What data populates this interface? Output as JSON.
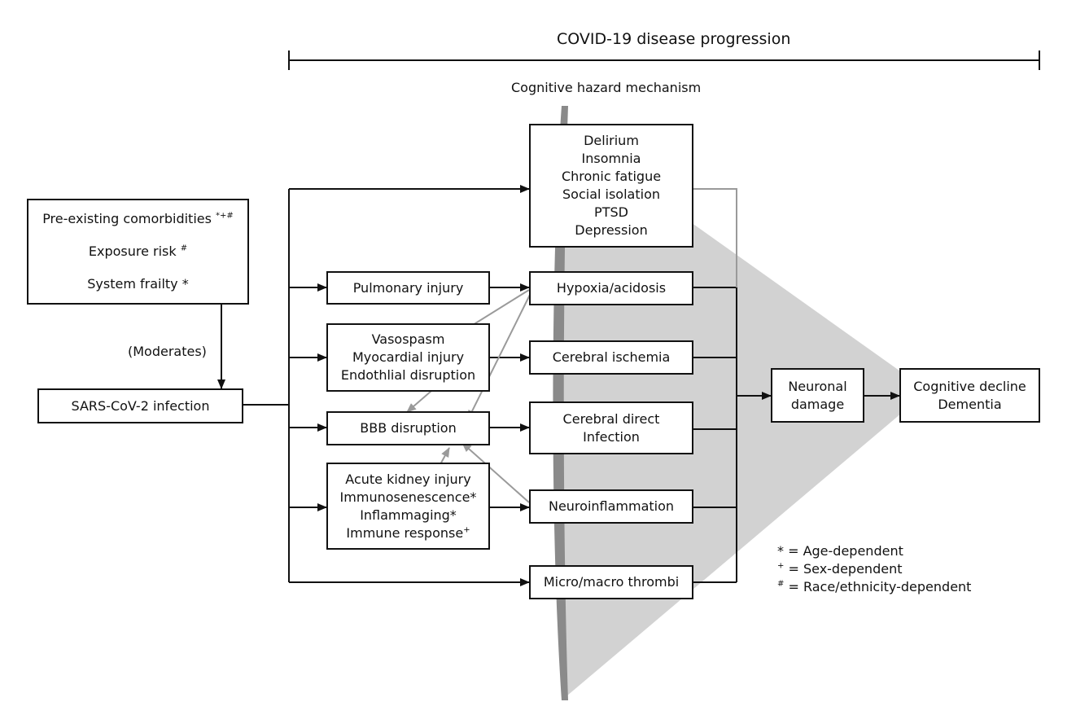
{
  "header": {
    "title": "COVID-19 disease progression",
    "subtitle": "Cognitive hazard mechanism"
  },
  "risk_factors": {
    "comorbidities": "Pre-existing comorbidities",
    "comorbidities_marks": "*+#",
    "exposure": "Exposure risk",
    "exposure_marks": "#",
    "frailty": "System frailty *"
  },
  "moderates_label": "(Moderates)",
  "infection": "SARS-CoV-2 infection",
  "psychosocial": [
    "Delirium",
    "Insomnia",
    "Chronic fatigue",
    "Social isolation",
    "PTSD",
    "Depression"
  ],
  "pulmonary_injury": "Pulmonary injury",
  "vascular": [
    "Vasospasm",
    "Myocardial injury",
    "Endothlial disruption"
  ],
  "bbb": "BBB disruption",
  "systemic": [
    {
      "text": "Acute kidney injury",
      "mark": ""
    },
    {
      "text": "Immunosenescence*",
      "mark": ""
    },
    {
      "text": "Inflammaging*",
      "mark": ""
    },
    {
      "text": "Immune response",
      "mark": "+"
    }
  ],
  "hypoxia": "Hypoxia/acidosis",
  "ischemia": "Cerebral ischemia",
  "direct_infection": [
    "Cerebral direct",
    "Infection"
  ],
  "neuroinflammation": "Neuroinflammation",
  "thrombi": "Micro/macro thrombi",
  "neuronal_damage": [
    "Neuronal",
    "damage"
  ],
  "outcome": [
    "Cognitive decline",
    "Dementia"
  ],
  "legend": [
    {
      "symbol": "*",
      "text": " = Age-dependent"
    },
    {
      "symbol": "+",
      "text": " = Sex-dependent"
    },
    {
      "symbol": "#",
      "text": " = Race/ethnicity-dependent"
    }
  ],
  "colors": {
    "line": "#111111",
    "cross_arrow": "#9a9a9a",
    "wedge": "#d2d2d2",
    "curtain": "#8a8a8a"
  }
}
